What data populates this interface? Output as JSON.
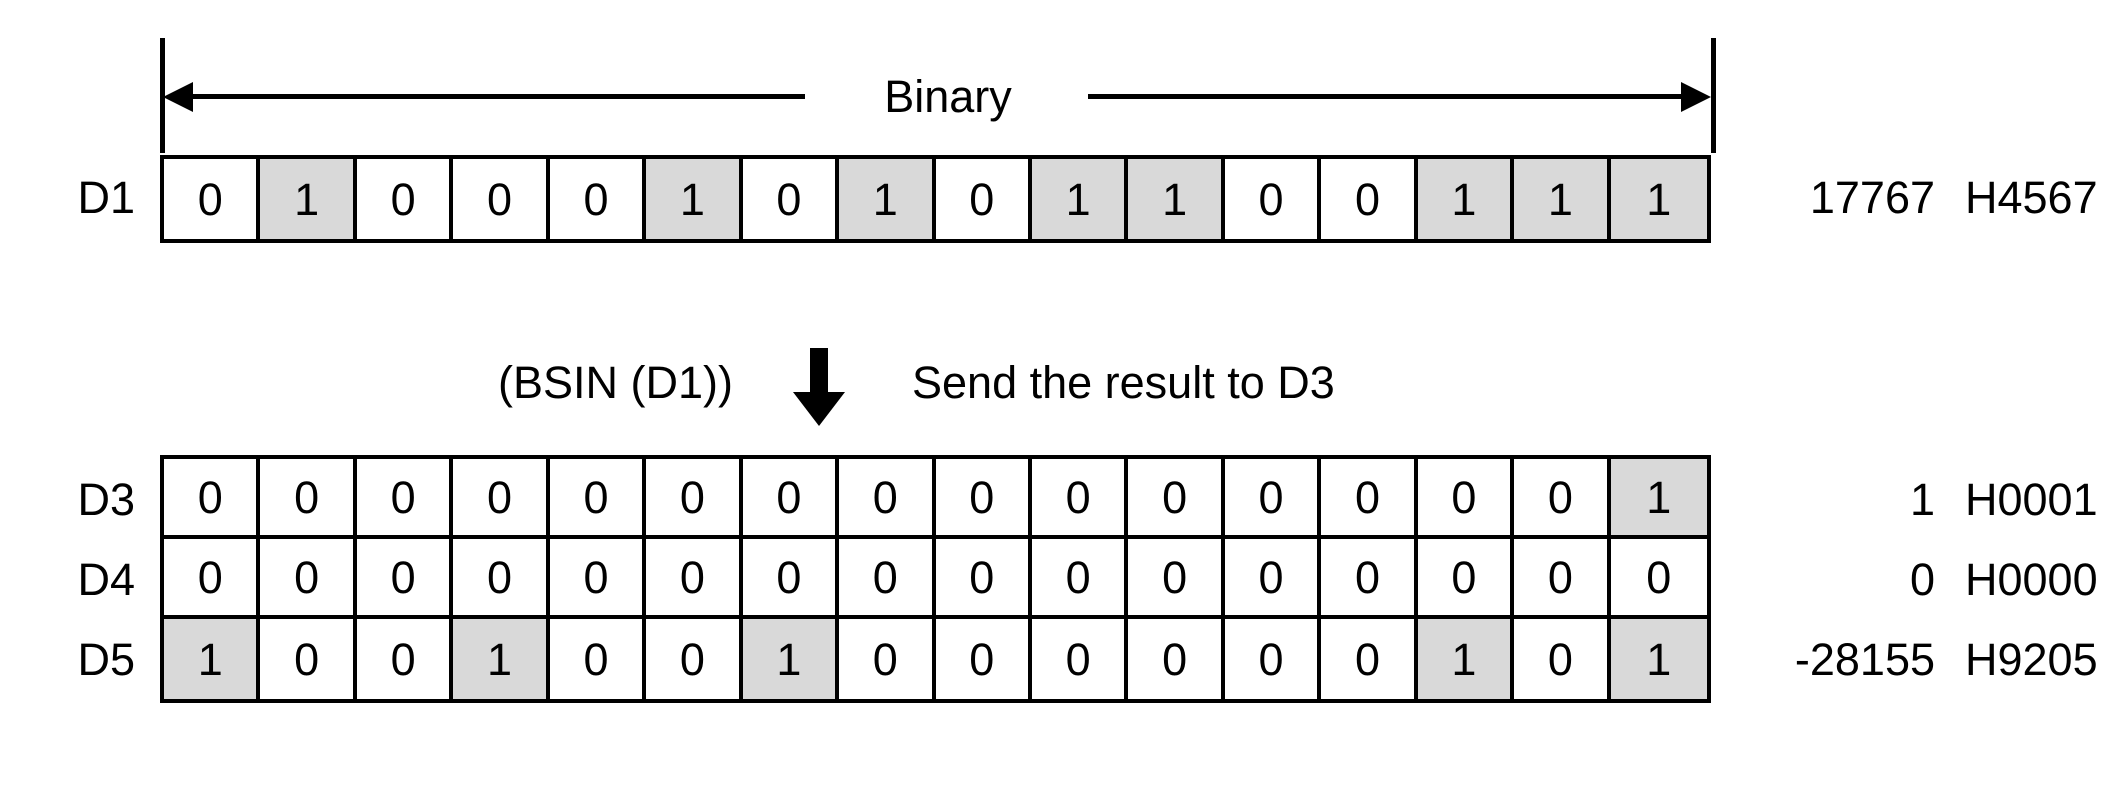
{
  "diagram": {
    "title_caption": "Binary",
    "operation_label": "(BSIN (D1))",
    "result_note": "Send the result to D3",
    "arrow_icon": "down-arrow-icon",
    "colors": {
      "bit_on_background": "#d9d9d9",
      "bit_off_background": "#ffffff",
      "line": "#000000",
      "text": "#000000"
    }
  },
  "source": {
    "label": "D1",
    "bits": [
      0,
      1,
      0,
      0,
      0,
      1,
      0,
      1,
      0,
      1,
      1,
      0,
      0,
      1,
      1,
      1
    ],
    "decimal": "17767",
    "hex": "H4567"
  },
  "destination": {
    "rows": [
      {
        "label": "D3",
        "bits": [
          0,
          0,
          0,
          0,
          0,
          0,
          0,
          0,
          0,
          0,
          0,
          0,
          0,
          0,
          0,
          1
        ],
        "decimal": "1",
        "hex": "H0001"
      },
      {
        "label": "D4",
        "bits": [
          0,
          0,
          0,
          0,
          0,
          0,
          0,
          0,
          0,
          0,
          0,
          0,
          0,
          0,
          0,
          0
        ],
        "decimal": "0",
        "hex": "H0000"
      },
      {
        "label": "D5",
        "bits": [
          1,
          0,
          0,
          1,
          0,
          0,
          1,
          0,
          0,
          0,
          0,
          0,
          0,
          1,
          0,
          1
        ],
        "decimal": "-28155",
        "hex": "H9205"
      }
    ]
  }
}
